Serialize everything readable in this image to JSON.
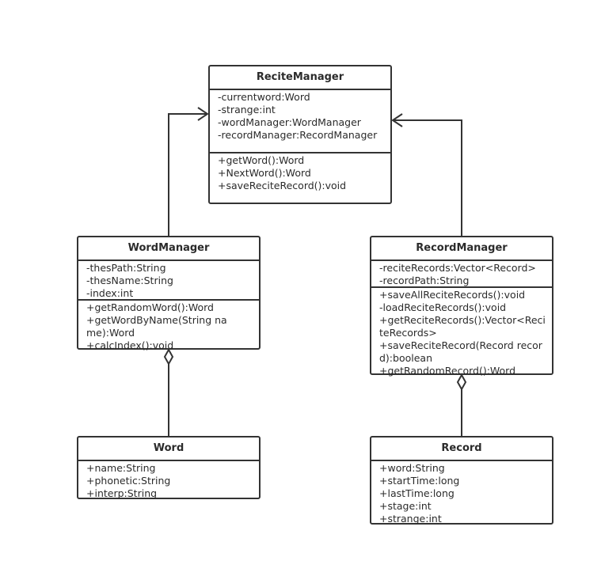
{
  "diagram": {
    "stroke_color": "#333333",
    "classes": [
      {
        "id": "recite-manager",
        "name": "ReciteManager",
        "attributes": [
          "-currentword:Word",
          "-strange:int",
          "-wordManager:WordManager",
          "-recordManager:RecordManager"
        ],
        "methods": [
          "+getWord():Word",
          "+NextWord():Word",
          "+saveReciteRecord():void"
        ]
      },
      {
        "id": "word-manager",
        "name": "WordManager",
        "attributes": [
          "-thesPath:String",
          "-thesName:String",
          "-index:int"
        ],
        "methods": [
          "+getRandomWord():Word",
          "+getWordByName(String name):Word",
          "+calcIndex():void"
        ]
      },
      {
        "id": "record-manager",
        "name": "RecordManager",
        "attributes": [
          "-reciteRecords:Vector<Record>",
          "-recordPath:String"
        ],
        "methods": [
          "+saveAllReciteRecords():void",
          "-loadReciteRecords():void",
          "+getReciteRecords():Vector<ReciteRecords>",
          "+saveReciteRecord(Record record):boolean",
          "+getRandomRecord():Word"
        ]
      },
      {
        "id": "word",
        "name": "Word",
        "attributes": [
          "+name:String",
          "+phonetic:String",
          "+interp:String"
        ],
        "methods": []
      },
      {
        "id": "record",
        "name": "Record",
        "attributes": [
          "+word:String",
          "+startTime:long",
          "+lastTime:long",
          "+stage:int",
          "+strange:int"
        ],
        "methods": []
      }
    ],
    "relations": [
      {
        "from": "word-manager",
        "to": "recite-manager",
        "type": "association"
      },
      {
        "from": "record-manager",
        "to": "recite-manager",
        "type": "association"
      },
      {
        "from": "word",
        "to": "word-manager",
        "type": "aggregation"
      },
      {
        "from": "record",
        "to": "record-manager",
        "type": "aggregation"
      }
    ]
  }
}
